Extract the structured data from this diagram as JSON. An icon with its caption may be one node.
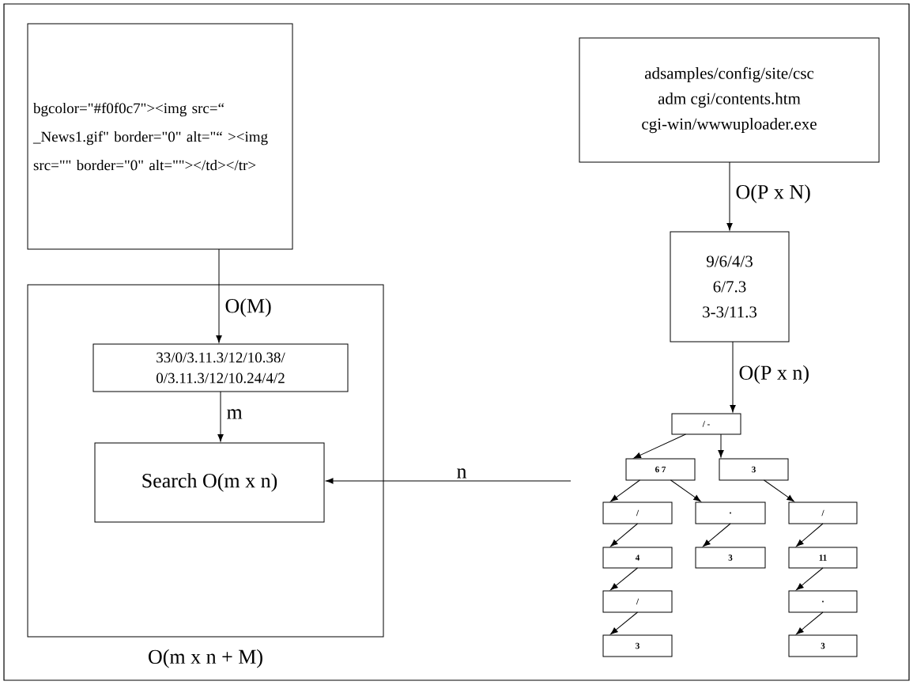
{
  "diagram": {
    "nodes": [
      {
        "text": [
          "bgcolor=\"#f0f0c7\"><img src=“ _News1.gif\" border=\"0\" alt=\"“ ><img src=\"\" border=\"0\" alt=\"\"></td></tr>"
        ]
      },
      {
        "text": [
          "O(m x n + M)"
        ]
      },
      {
        "text": [
          "33/0/3.11.3/12/10.38/ 0/3.11.3/12/10.24/4/2"
        ],
        "in": 1
      },
      {
        "text": [
          "Search O(m x n)"
        ],
        "in": 1
      },
      {
        "text": [
          "adsamples/config/site/csc",
          "adm cgi/contents.htm",
          "cgi-win/wwwuploader.exe"
        ]
      },
      {
        "text": [
          "9/6/4/3",
          "6/7.3",
          "3-3/11.3"
        ]
      },
      {
        "text": [
          "/ -"
        ]
      },
      {
        "text": [
          "6 7"
        ]
      },
      {
        "text": [
          "3"
        ]
      },
      {
        "text": [
          "/"
        ]
      },
      {
        "text": [
          "."
        ]
      },
      {
        "text": [
          "/"
        ]
      },
      {
        "text": [
          "4"
        ]
      },
      {
        "text": [
          "3"
        ]
      },
      {
        "text": [
          "11"
        ]
      },
      {
        "text": [
          "/"
        ]
      },
      {
        "text": [
          "."
        ]
      },
      {
        "text": [
          "3"
        ]
      },
      {
        "text": [
          "3"
        ]
      }
    ],
    "edges": [
      {
        "from": 0,
        "to": 2,
        "arrow": "to",
        "label": "O(M)"
      },
      {
        "from": 2,
        "to": 3,
        "arrow": "to",
        "label": "m"
      },
      {
        "from": 4,
        "to": 5,
        "arrow": "to",
        "label": "O(P x N)"
      },
      {
        "from": 5,
        "to": 6,
        "arrow": "to",
        "label": "O(P x n)"
      },
      {
        "from": null,
        "to": 3,
        "arrow": "to",
        "label": "n"
      },
      {
        "from": 6,
        "to": 7,
        "arrow": "to"
      },
      {
        "from": 6,
        "to": 8,
        "arrow": "to"
      },
      {
        "from": 7,
        "to": 9,
        "arrow": "to"
      },
      {
        "from": 7,
        "to": 10,
        "arrow": "to"
      },
      {
        "from": 8,
        "to": 11,
        "arrow": "to"
      },
      {
        "from": 9,
        "to": 12,
        "arrow": "to"
      },
      {
        "from": 10,
        "to": 13,
        "arrow": "to"
      },
      {
        "from": 11,
        "to": 14,
        "arrow": "to"
      },
      {
        "from": 12,
        "to": 15,
        "arrow": "to"
      },
      {
        "from": 14,
        "to": 16,
        "arrow": "to"
      },
      {
        "from": 15,
        "to": 17,
        "arrow": "to"
      },
      {
        "from": 16,
        "to": 18,
        "arrow": "to"
      }
    ]
  }
}
